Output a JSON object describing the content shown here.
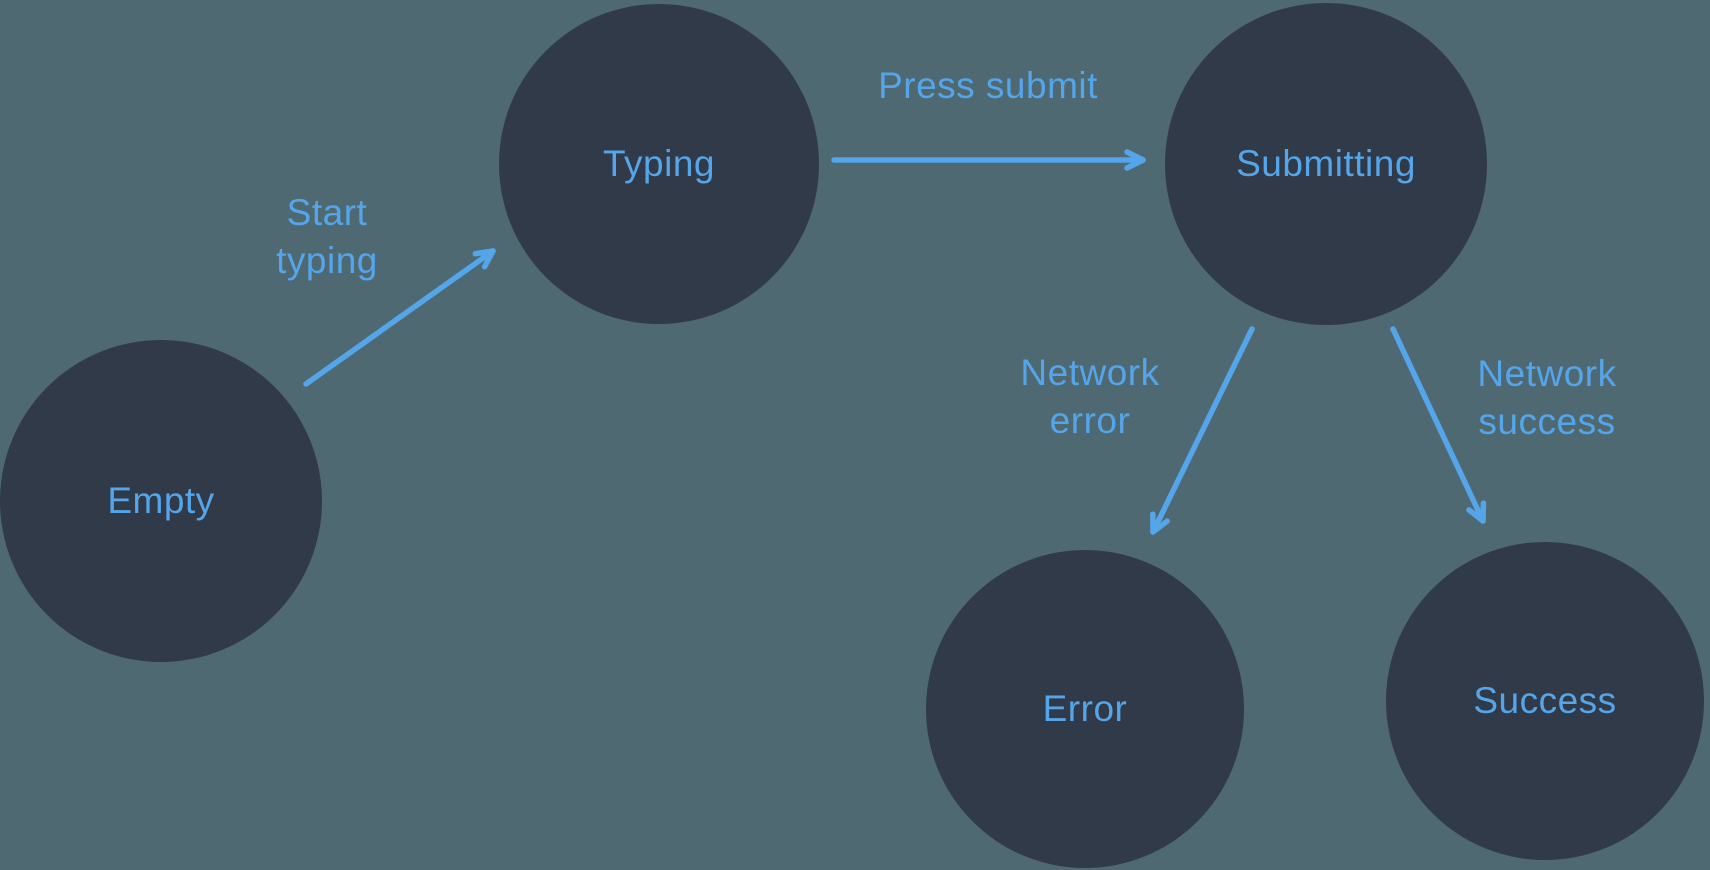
{
  "diagram": {
    "type": "state-machine",
    "nodes": [
      {
        "id": "empty",
        "label": "Empty"
      },
      {
        "id": "typing",
        "label": "Typing"
      },
      {
        "id": "submitting",
        "label": "Submitting"
      },
      {
        "id": "error",
        "label": "Error"
      },
      {
        "id": "success",
        "label": "Success"
      }
    ],
    "edges": [
      {
        "from": "empty",
        "to": "typing",
        "label": "Start\ntyping"
      },
      {
        "from": "typing",
        "to": "submitting",
        "label": "Press submit"
      },
      {
        "from": "submitting",
        "to": "error",
        "label": "Network\nerror"
      },
      {
        "from": "submitting",
        "to": "success",
        "label": "Network\nsuccess"
      }
    ]
  },
  "colors": {
    "background": "#4E6972",
    "node_fill": "#303A49",
    "accent": "#55A5EA"
  }
}
